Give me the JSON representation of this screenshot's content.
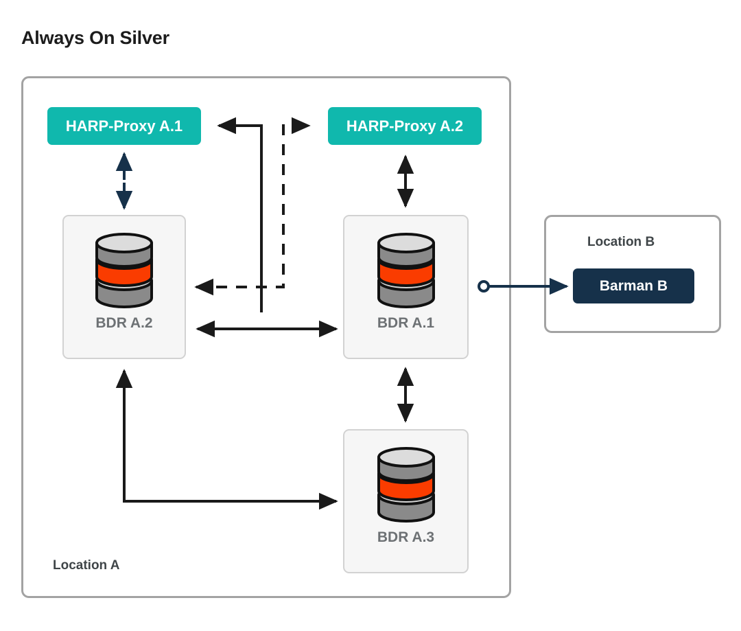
{
  "title": "Always On Silver",
  "colors": {
    "harp_proxy_fill": "#10B8AD",
    "barman_fill": "#16314A",
    "node_card_fill": "#F6F6F6",
    "node_card_border": "#D2D2D2",
    "region_border": "#A3A3A3",
    "connector_black": "#1A1A1A",
    "connector_navy": "#16314A",
    "db_band_red": "#FA3C00",
    "db_body_gray": "#8A8A8A",
    "db_top_gray": "#D8D8D8",
    "label_gray": "#6D7174",
    "region_label_gray": "#3F4548",
    "title_color": "#1C1C1C"
  },
  "location_a": {
    "label": "Location A",
    "harp_proxies": [
      {
        "name": "harp-proxy-a1",
        "label": "HARP-Proxy A.1"
      },
      {
        "name": "harp-proxy-a2",
        "label": "HARP-Proxy A.2"
      }
    ],
    "nodes": [
      {
        "name": "bdr-a2",
        "label": "BDR A.2",
        "icon": "database-icon"
      },
      {
        "name": "bdr-a1",
        "label": "BDR A.1",
        "icon": "database-icon"
      },
      {
        "name": "bdr-a3",
        "label": "BDR A.3",
        "icon": "database-icon"
      }
    ]
  },
  "location_b": {
    "label": "Location B",
    "nodes": [
      {
        "name": "barman-b",
        "label": "Barman B"
      }
    ]
  },
  "connectors": [
    {
      "name": "harp-a1-to-bdr-a2",
      "style": "solid",
      "color": "#16314A",
      "arrows": "both",
      "description": "HARP-Proxy A.1 to BDR A.2 vertical split double arrow"
    },
    {
      "name": "harp-a2-to-bdr-a1",
      "style": "solid",
      "color": "#1A1A1A",
      "arrows": "both",
      "description": "HARP-Proxy A.2 to BDR A.1 vertical double arrow"
    },
    {
      "name": "bdr-a1-to-harp-a1",
      "style": "solid",
      "color": "#1A1A1A",
      "arrows": "end",
      "description": "BDR A.1 routed left then up to HARP-Proxy A.1"
    },
    {
      "name": "bdr-a2-to-harp-a2",
      "style": "dashed",
      "color": "#1A1A1A",
      "arrows": "both",
      "description": "BDR A.2 routed right then up to HARP-Proxy A.2"
    },
    {
      "name": "bdr-a2-to-bdr-a1",
      "style": "solid",
      "color": "#1A1A1A",
      "arrows": "both",
      "description": "Horizontal replication link between BDR A.2 and BDR A.1"
    },
    {
      "name": "bdr-a1-to-bdr-a3",
      "style": "solid",
      "color": "#1A1A1A",
      "arrows": "both",
      "description": "Vertical replication link between BDR A.1 and BDR A.3"
    },
    {
      "name": "bdr-a3-to-bdr-a2",
      "style": "solid",
      "color": "#1A1A1A",
      "arrows": "end",
      "description": "BDR A.3 routed left then up to BDR A.2"
    },
    {
      "name": "bdr-a1-to-barman-b",
      "style": "solid",
      "color": "#16314A",
      "arrows": "end",
      "endpoint": "circle",
      "description": "BDR A.1 backup stream to Barman B"
    }
  ]
}
